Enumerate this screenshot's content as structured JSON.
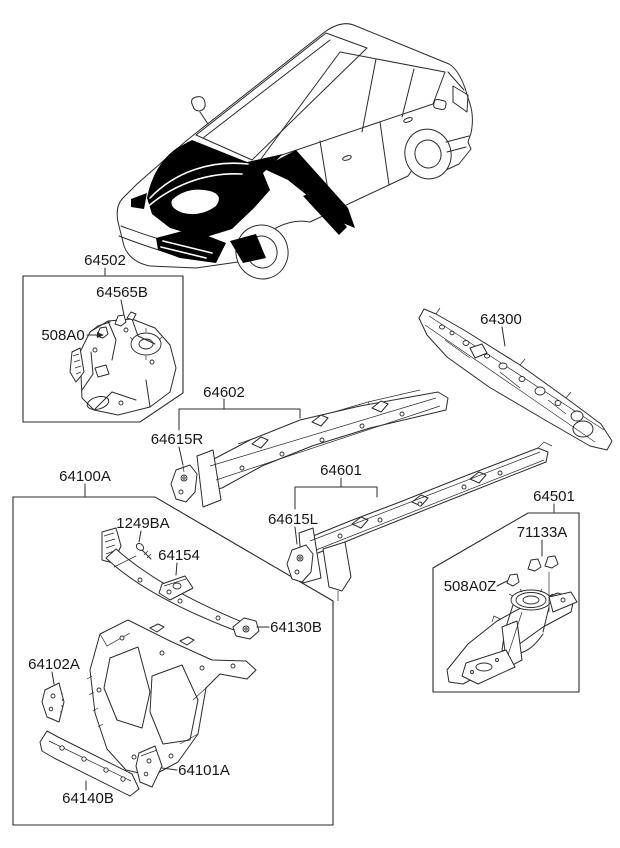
{
  "diagram": {
    "type": "vehicle-body-parts-exploded-diagram",
    "colors": {
      "background": "#ffffff",
      "line": "#2b2b2b",
      "highlight_fill": "#000000",
      "label_text": "#171717"
    },
    "labels": {
      "64502": "64502",
      "64565B": "64565B",
      "508A0": "508A0",
      "64300": "64300",
      "64602": "64602",
      "64615R": "64615R",
      "64601": "64601",
      "64615L": "64615L",
      "64100A": "64100A",
      "1249BA": "1249BA",
      "64154": "64154",
      "64130B": "64130B",
      "64102A": "64102A",
      "64101A": "64101A",
      "64140B": "64140B",
      "64501": "64501",
      "71133A": "71133A",
      "508A0Z": "508A0Z"
    }
  }
}
